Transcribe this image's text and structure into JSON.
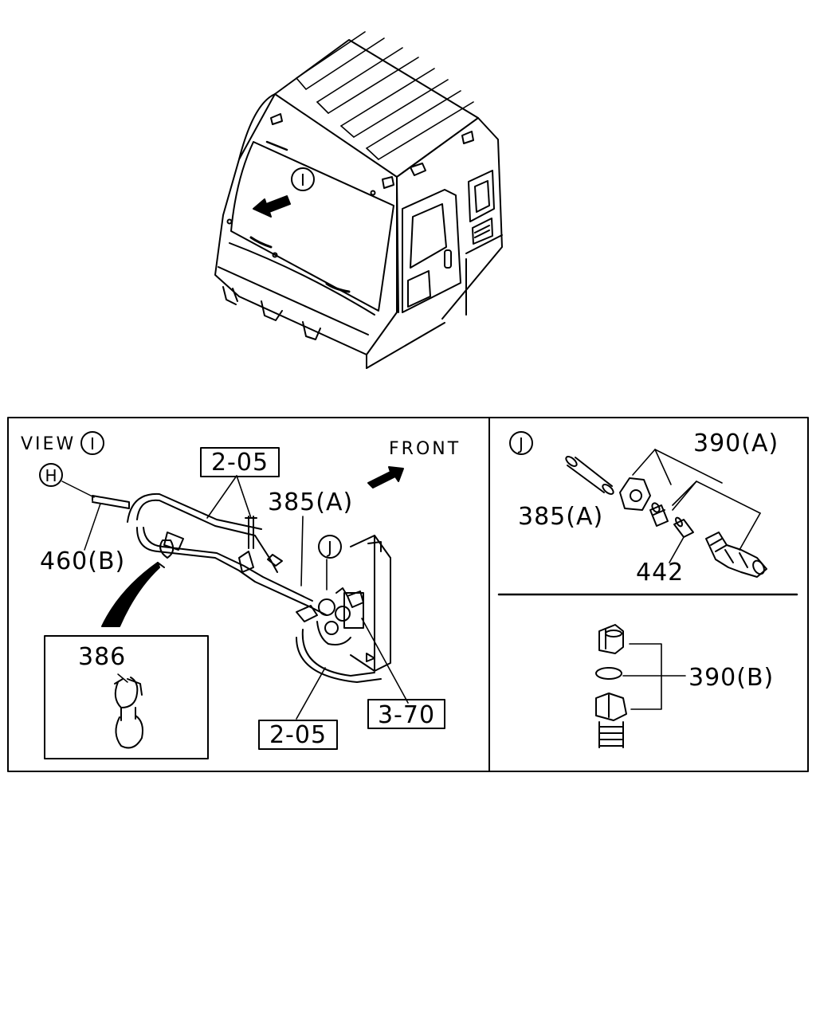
{
  "labels": {
    "view_word": "VIEW",
    "view_marker": "I",
    "cab_marker": "I",
    "front": "FRONT",
    "marker_h": "H",
    "marker_j_main": "J",
    "marker_j_detail": "J",
    "part_205_top": "2-05",
    "part_205_bottom": "2-05",
    "part_385a_main": "385(A)",
    "part_460b": "460(B)",
    "part_386": "386",
    "part_370": "3-70",
    "part_390a": "390(A)",
    "part_385a_detail": "385(A)",
    "part_442": "442",
    "part_390b": "390(B)"
  },
  "colors": {
    "line": "#000000",
    "background": "#ffffff"
  }
}
